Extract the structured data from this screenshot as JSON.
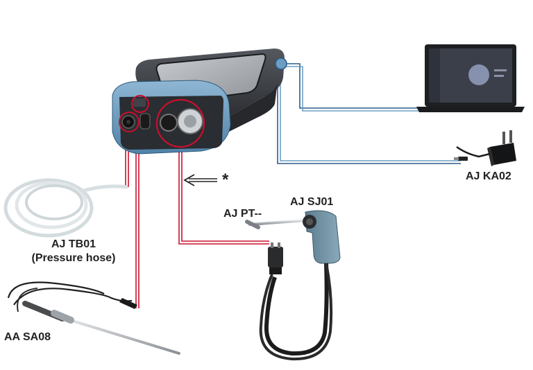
{
  "labels": {
    "ka02": "AJ KA02",
    "sj01": "AJ SJ01",
    "pt": "AJ PT--",
    "tb01": "AJ TB01",
    "tb01_sub": "(Pressure hose)",
    "sa08": "AA SA08",
    "note": "*"
  },
  "icons": {
    "analyzer": "analyzer-device-icon",
    "laptop": "laptop-icon",
    "adapter": "power-adapter-icon",
    "hose": "pressure-hose-icon",
    "probe": "temperature-probe-icon",
    "flue_probe": "flue-gas-probe-icon"
  },
  "colors": {
    "red_line": "#c8102e",
    "blue_line": "#2d5a8a",
    "device_body": "#3a3d42",
    "device_accent": "#6a9ec2"
  }
}
